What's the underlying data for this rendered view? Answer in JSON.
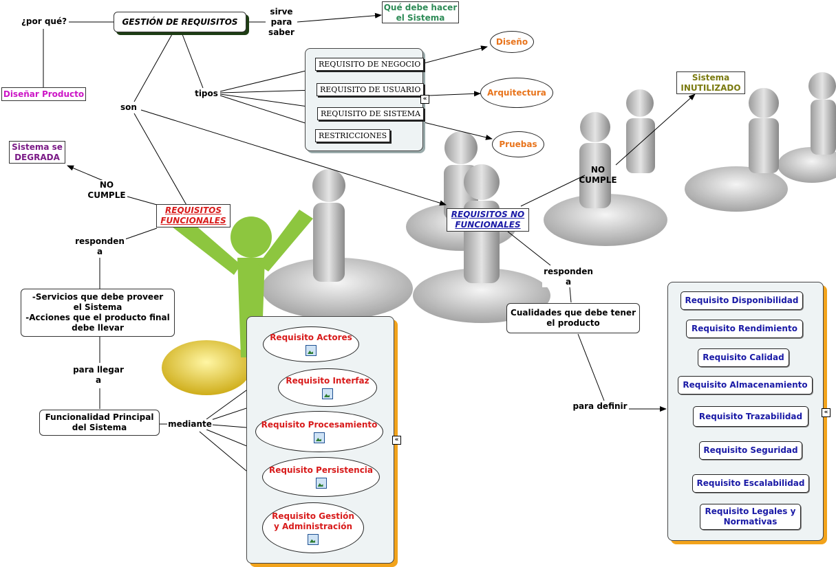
{
  "nodes": {
    "por_que": "¿por qué?",
    "gestion": "GESTIÓN DE REQUISITOS",
    "sirve_para_saber": "sirve\npara\nsaber",
    "que_debe_hacer": "Qué debe hacer\nel Sistema",
    "disenar_producto": "Diseñar Producto",
    "son": "son",
    "tipos": "tipos",
    "sistema_degrada": "Sistema se\nDEGRADA",
    "no_cumple_left": "NO\nCUMPLE",
    "req_funcionales": "REQUISITOS\nFUNCIONALES",
    "responden_left": "responden\na",
    "servicios": "-Servicios que debe proveer\nel Sistema\n-Acciones que el producto final\ndebe llevar",
    "para_llegar": "para llegar\na",
    "funcionalidad": "Funcionalidad Principal\ndel Sistema",
    "mediante": "mediante",
    "req_no_funcionales": "REQUISITOS NO\nFUNCIONALES",
    "no_cumple_right": "NO\nCUMPLE",
    "sistema_inutilizado": "Sistema\nINUTILIZADO",
    "responden_right": "responden\na",
    "cualidades": "Cualidades que debe tener\nel producto",
    "para_definir": "para definir",
    "diseno": "Diseño",
    "arquitectura": "Arquitectura",
    "pruebas": "Pruebas"
  },
  "tipos_list": [
    "REQUISITO DE NEGOCIO",
    "REQUISITO DE USUARIO",
    "REQUISITO DE SISTEMA",
    "RESTRICCIONES"
  ],
  "funcionales_list": [
    "Requisito Actores",
    "Requisito Interfaz",
    "Requisito Procesamiento",
    "Requisito Persistencia",
    "Requisito Gestión\ny Administración"
  ],
  "no_funcionales_list": [
    "Requisito Disponibilidad",
    "Requisito Rendimiento",
    "Requisito Calidad",
    "Requisito Almacenamiento",
    "Requisito Trazabilidad",
    "Requisito Seguridad",
    "Requisito Escalabilidad",
    "Requisito Legales y\nNormativas"
  ],
  "collapse_glyph": "«",
  "colors": {
    "red": "#d81b1b",
    "orange": "#e8741c",
    "blue": "#1a1aa6",
    "magenta": "#cc16c6",
    "purple": "#7a1a86",
    "teal": "#2e8b57",
    "olive": "#7a7a10",
    "panel_shadow": "#f2a31b"
  },
  "background_figures": "people-on-gears"
}
